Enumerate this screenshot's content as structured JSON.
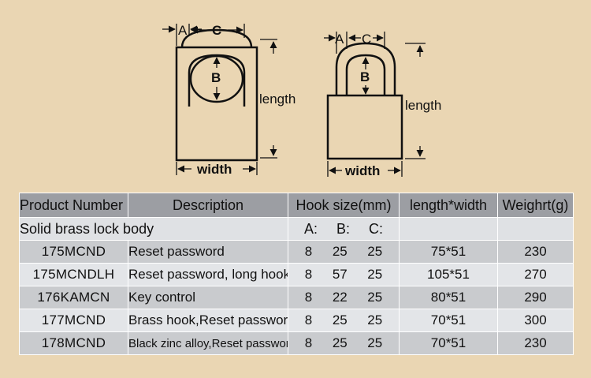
{
  "diagram": {
    "left_lock": {
      "label_a": "A",
      "label_c": "C",
      "label_b": "B",
      "length_label": "length",
      "width_label": "width"
    },
    "right_lock": {
      "label_a": "A",
      "label_c": "C",
      "label_b": "B",
      "length_label": "length",
      "width_label": "width"
    }
  },
  "table": {
    "headers": [
      "Product Number",
      "Description",
      "Hook size(mm)",
      "length*width",
      "Weighrt(g)"
    ],
    "section_label": "Solid brass lock body",
    "hook_sub_headers": [
      "A:",
      "B:",
      "C:"
    ],
    "rows": [
      {
        "product": "175MCND",
        "description": "Reset password",
        "a": "8",
        "b": "25",
        "c": "25",
        "size": "75*51",
        "weight": "230"
      },
      {
        "product": "175MCNDLH",
        "description": "Reset password, long hook",
        "a": "8",
        "b": "57",
        "c": "25",
        "size": "105*51",
        "weight": "270"
      },
      {
        "product": "176KAMCN",
        "description": "Key control",
        "a": "8",
        "b": "22",
        "c": "25",
        "size": "80*51",
        "weight": "290"
      },
      {
        "product": "177MCND",
        "description": "Brass hook,Reset password",
        "a": "8",
        "b": "25",
        "c": "25",
        "size": "70*51",
        "weight": "300"
      },
      {
        "product": "178MCND",
        "description": "Black zinc alloy,Reset password",
        "a": "8",
        "b": "25",
        "c": "25",
        "size": "70*51",
        "weight": "230"
      }
    ]
  }
}
